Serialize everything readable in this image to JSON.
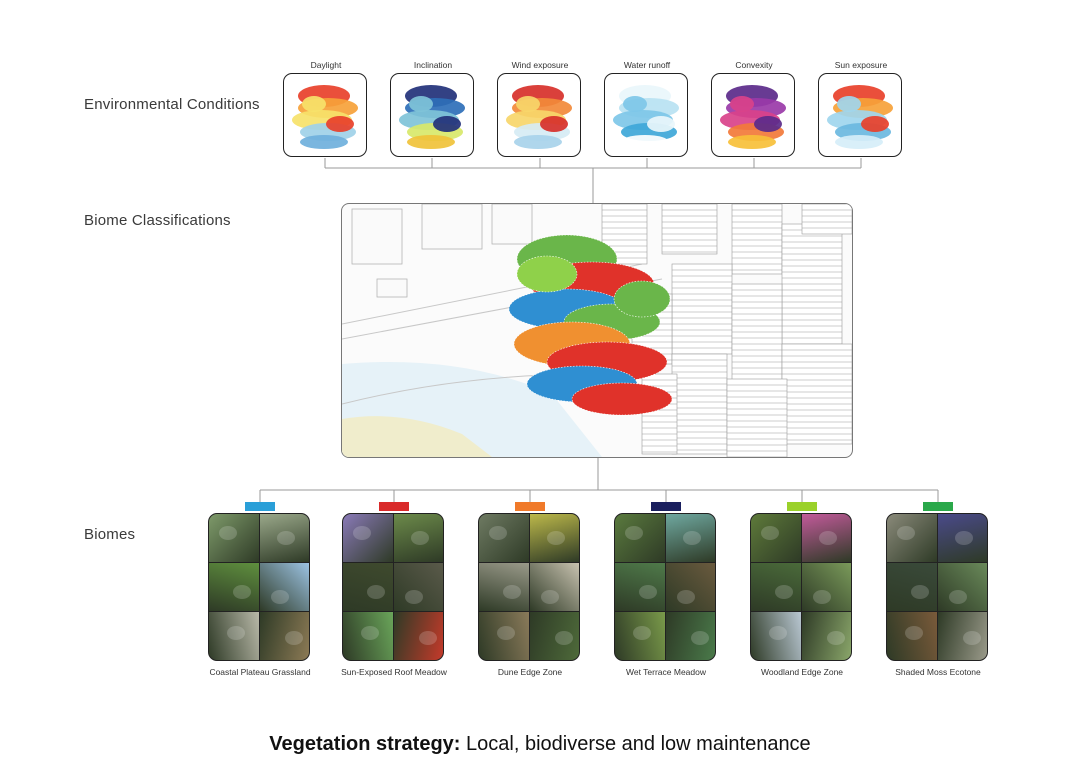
{
  "labels": {
    "environmental": "Environmental Conditions",
    "classifications": "Biome Classifications",
    "biomes": "Biomes"
  },
  "conditions": [
    {
      "title": "Daylight",
      "palette": [
        "#e8402a",
        "#f6a23a",
        "#f6e26a",
        "#9fd1e8",
        "#6fb0dc"
      ]
    },
    {
      "title": "Inclination",
      "palette": [
        "#22317a",
        "#2e6fb8",
        "#7fc3d8",
        "#d8e86a",
        "#f0c23a"
      ]
    },
    {
      "title": "Wind exposure",
      "palette": [
        "#d7302a",
        "#f28a3a",
        "#f7d66a",
        "#d6ecf4",
        "#a8d3ea"
      ]
    },
    {
      "title": "Water runoff",
      "palette": [
        "#e9f6fb",
        "#b9e2f2",
        "#7ec7e8",
        "#3ea7d8",
        "#ffffff"
      ]
    },
    {
      "title": "Convexity",
      "palette": [
        "#5b2a8a",
        "#9a3aa8",
        "#d9428a",
        "#f27a3a",
        "#f7c03a"
      ]
    },
    {
      "title": "Sun exposure",
      "palette": [
        "#e8402a",
        "#f6a23a",
        "#9fd6ee",
        "#6bb8e0",
        "#d6eef8"
      ]
    }
  ],
  "classification_colors": [
    "#6ab64a",
    "#e0322a",
    "#2f8fd2",
    "#f09030",
    "#8fd14a"
  ],
  "biomes": [
    {
      "name": "Coastal Plateau Grassland",
      "tab_color": "#2a9fd8",
      "photos": [
        "#7e9a6a",
        "#9aa88a",
        "#5f8f3e",
        "#9cc3e3",
        "#b8b8a8",
        "#8c7a55"
      ]
    },
    {
      "name": "Sun-Exposed Roof Meadow",
      "tab_color": "#d92a2a",
      "photos": [
        "#8a7ab8",
        "#6c8a4a",
        "#3f4a2e",
        "#5a5a4a",
        "#6aa55a",
        "#c53a2a"
      ]
    },
    {
      "name": "Dune Edge Zone",
      "tab_color": "#f07a2a",
      "photos": [
        "#6e7a62",
        "#bcb84a",
        "#9a9a8a",
        "#c8c2b0",
        "#8a7a5a",
        "#4e6a3a"
      ]
    },
    {
      "name": "Wet Terrace Meadow",
      "tab_color": "#1a1f5e",
      "photos": [
        "#5a7a3e",
        "#6fa8a0",
        "#4f7a4a",
        "#6a5a3e",
        "#7a9a4a",
        "#4a7a4a"
      ]
    },
    {
      "name": "Woodland Edge Zone",
      "tab_color": "#9ad12a",
      "photos": [
        "#5e7a3a",
        "#c25a9a",
        "#4a6a3a",
        "#7a9a5a",
        "#b9c7d2",
        "#8aa66a"
      ]
    },
    {
      "name": "Shaded Moss Ecotone",
      "tab_color": "#2aa84a",
      "photos": [
        "#8a8a7a",
        "#4a4a8a",
        "#3a4a3a",
        "#6a8a5a",
        "#7a5a3a",
        "#9a9a8a"
      ]
    }
  ],
  "footer": {
    "bold": "Vegetation strategy:",
    "rest": " Local, biodiverse and low maintenance"
  }
}
